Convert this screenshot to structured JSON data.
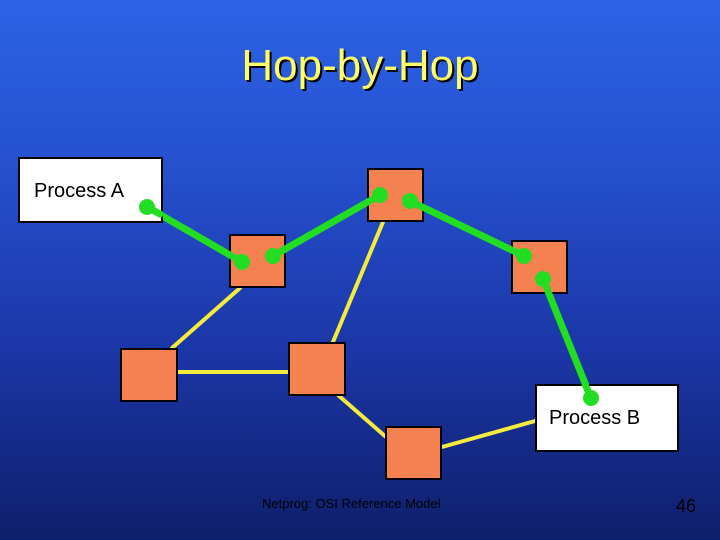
{
  "slide": {
    "title": "Hop-by-Hop",
    "footer": "Netprog:  OSI Reference Model",
    "page_number": "46"
  },
  "diagram": {
    "process_a_label": "Process A",
    "process_b_label": "Process B",
    "colors": {
      "router_fill": "#f4814f",
      "link_color": "#f5eb3c",
      "hop_color": "#22dd22",
      "title_color": "#ffff66"
    }
  }
}
